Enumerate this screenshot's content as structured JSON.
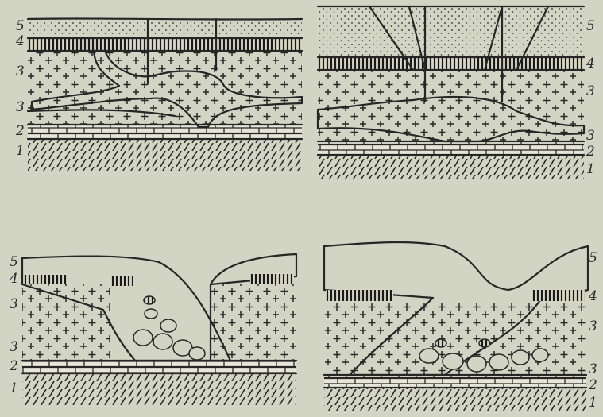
{
  "figure": {
    "panels": [
      {
        "id": "top-left",
        "labels_left": [
          "5",
          "4",
          "3",
          "3",
          "2",
          "1"
        ],
        "labels_right": []
      },
      {
        "id": "top-right",
        "labels_left": [],
        "labels_right": [
          "5",
          "4",
          "3",
          "3",
          "2",
          "1"
        ]
      },
      {
        "id": "bottom-left",
        "labels_left": [
          "5",
          "4",
          "3",
          "3",
          "2",
          "1"
        ],
        "labels_right": []
      },
      {
        "id": "bottom-right",
        "labels_left": [],
        "labels_right": [
          "5",
          "4",
          "3",
          "3",
          "2",
          "1"
        ]
      }
    ]
  },
  "colors": {
    "background": "#d2d5c4",
    "ink": "#262626"
  }
}
